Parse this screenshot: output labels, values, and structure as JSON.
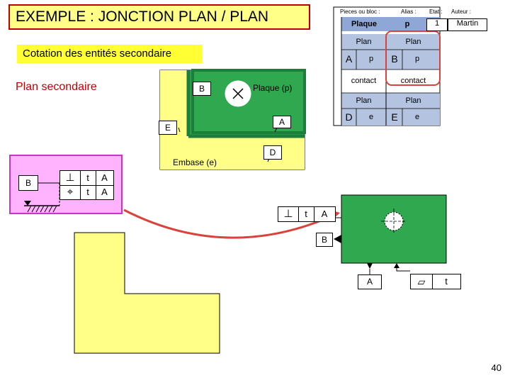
{
  "title": "EXEMPLE : JONCTION PLAN / PLAN",
  "subtitle": "Cotation des entités secondaire",
  "plan_secondaire": "Plan secondaire",
  "page_number": "40",
  "colors": {
    "title_bg": "#ffff88",
    "title_border": "#c00000",
    "subtitle_bg": "#ffff33",
    "piece_green": "#2fa84f",
    "piece_dark_green": "#1b7f3a",
    "part_yellow": "#ffff88",
    "table_blue": "#b3c3e0",
    "table_header_blue": "#8fa7d6",
    "magenta": "#cc33cc",
    "arrow_red": "#d9433b"
  },
  "table": {
    "headers": {
      "pieces": "Pieces ou bloc :",
      "alias": "Alias :",
      "etat": "Etat :",
      "auteur": "Auteur :"
    },
    "row": {
      "piece": "Plaque",
      "alias": "p",
      "etat": "1",
      "auteur": "Martin"
    },
    "plan": "Plan",
    "col1": {
      "letter": "A",
      "alias": "p"
    },
    "col2": {
      "letter": "B",
      "alias": "p"
    },
    "contact": "contact",
    "col3": {
      "letter": "D",
      "alias": "e"
    },
    "col4": {
      "letter": "E",
      "alias": "e"
    }
  },
  "assembly": {
    "label_b": "B",
    "label_plaque": "Plaque (p)",
    "label_a": "A",
    "label_e": "E",
    "label_d": "D",
    "label_embase": "Embase (e)"
  },
  "frame_left": {
    "datum": "B",
    "row1": {
      "symbol": "⊥",
      "tol": "t",
      "ref": "A"
    },
    "row2": {
      "symbol": "⌖",
      "tol": "t",
      "ref": "A"
    }
  },
  "plate": {
    "frame1": {
      "symbol": "⊥",
      "tol": "t",
      "ref": "A"
    },
    "datum_b": "B",
    "datum_a": "A",
    "frame2": {
      "symbol": "▱",
      "tol": "t"
    }
  }
}
